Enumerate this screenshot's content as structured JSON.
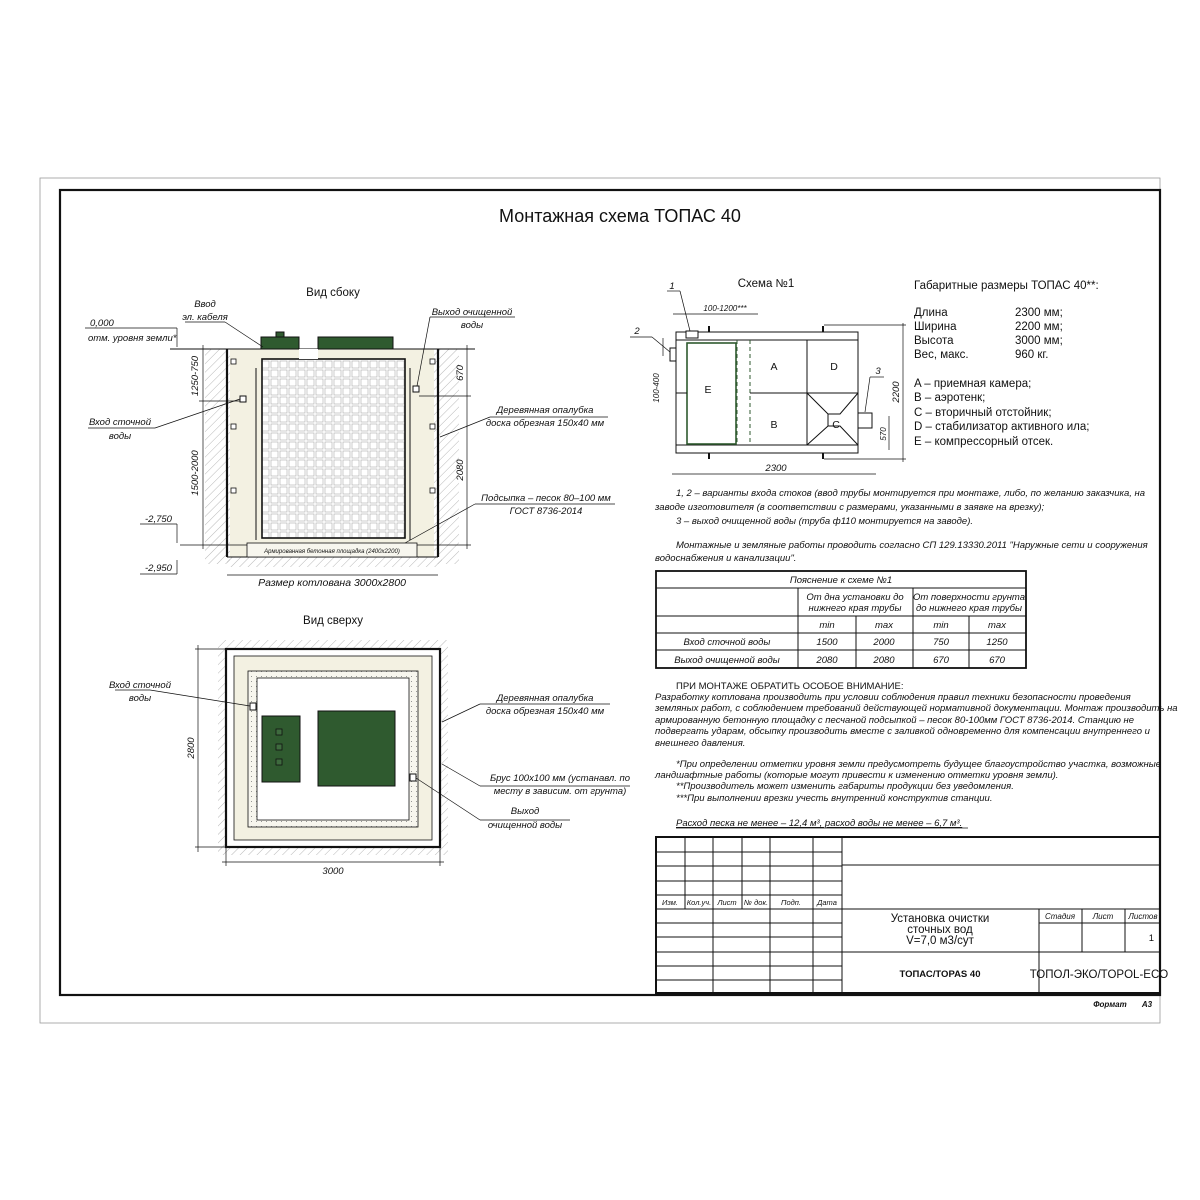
{
  "title": "Монтажная схема ТОПАС 40",
  "side_view": {
    "title": "Вид сбоку",
    "cable_label": [
      "Ввод",
      "эл. кабеля"
    ],
    "outlet_label": [
      "Выход очищенной",
      "воды"
    ],
    "inlet_label": [
      "Вход сточной",
      "воды"
    ],
    "formwork_label": [
      "Деревянная опалубка",
      "доска обрезная 150х40 мм"
    ],
    "sand_label": [
      "Подсыпка – песок 80–100 мм",
      "ГОСТ 8736-2014"
    ],
    "ground_mark": [
      "0,000",
      "отм. уровня земли*"
    ],
    "mark_2750": "-2,750",
    "mark_2950": "-2,950",
    "dim_inlet_depth": "1250-750",
    "dim_inlet_height": "1500-2000",
    "dim_outlet_depth": "670",
    "dim_outlet_height": "2080",
    "pad_label": "Армированная бетонная площадка (2400х2200)",
    "pit_size": "Размер котлована 3000х2800"
  },
  "top_view": {
    "title": "Вид сверху",
    "inlet_label": [
      "Вход сточной",
      "воды"
    ],
    "formwork_label": [
      "Деревянная опалубка",
      "доска обрезная 150х40 мм"
    ],
    "beam_label": [
      "Брус 100х100 мм (устанавл. по",
      "месту в зависим. от грунта)"
    ],
    "outlet_label": [
      "Выход",
      "очищенной воды"
    ],
    "dim_height": "2800",
    "dim_width": "3000"
  },
  "scheme": {
    "title": "Схема №1",
    "callouts": [
      "1",
      "2",
      "3"
    ],
    "dim_top": "100-1200***",
    "dim_left": "100-400",
    "dim_length": "2300",
    "dim_width": "2200",
    "dim_outlet": "570",
    "chambers": [
      "A",
      "B",
      "C",
      "D",
      "E"
    ]
  },
  "dimensions": {
    "title": "Габаритные размеры ТОПАС 40**:",
    "rows": [
      {
        "label": "Длина",
        "value": "2300 мм;"
      },
      {
        "label": "Ширина",
        "value": "2200 мм;"
      },
      {
        "label": "Высота",
        "value": "3000 мм;"
      },
      {
        "label": "Вес, макс.",
        "value": "960 кг."
      }
    ],
    "legend": [
      "A – приемная камера;",
      "B – аэротенк;",
      "C – вторичный отстойник;",
      "D – стабилизатор активного ила;",
      "E – компрессорный отсек."
    ]
  },
  "notes": {
    "inlet_lines": [
      "1, 2 – варианты входа  стоков (ввод трубы монтируется при монтаже, либо, по желанию заказчика, на",
      "заводе изготовителя (в соответствии с размерами, указанными в заявке на врезку);",
      "3 – выход очищенной воды (труба ф110 монтируется на заводе)."
    ],
    "works_lines": [
      "Монтажные и земляные работы проводить согласно СП 129.13330.2011 \"Наружные сети и сооружения",
      "водоснабжения и канализации\"."
    ]
  },
  "table": {
    "title": "Пояснение к схеме №1",
    "group_headers": [
      [
        "От дна установки до",
        "нижнего края трубы"
      ],
      [
        "От поверхности грунта",
        "до нижнего края трубы"
      ]
    ],
    "sub_headers": [
      "min",
      "max",
      "min",
      "max"
    ],
    "rows": [
      {
        "label": "Вход сточной воды",
        "values": [
          "1500",
          "2000",
          "750",
          "1250"
        ]
      },
      {
        "label": "Выход очищенной воды",
        "values": [
          "2080",
          "2080",
          "670",
          "670"
        ]
      }
    ]
  },
  "attention": {
    "heading": "ПРИ МОНТАЖЕ ОБРАТИТЬ ОСОБОЕ ВНИМАНИЕ:",
    "lines": [
      "Разработку котлована производить при условии соблюдения правил техники безопасности проведения",
      "земляных работ, с соблюдением требований действующей нормативной документации.  Монтаж производить на",
      "армированную бетонную площадку с песчаной подсыпкой – песок 80-100мм ГОСТ 8736-2014. Станцию не",
      "подвергать ударам, обсыпку производить вместе с заливкой одновременно для компенсации внутреннего и",
      "внешнего давления."
    ],
    "footnotes": [
      "*При определении отметки уровня земли предусмотреть будущее благоустройство участка, возможные",
      "ландшафтные работы (которые могут привести к изменению отметки уровня земли).",
      "**Производитель может изменить габариты продукции без уведомления.",
      "***При выполнении врезки учесть внутренний конструктив станции."
    ],
    "consumption": "Расход песка не менее – 12,4 м³, расход воды не менее – 6,7 м³."
  },
  "title_block": {
    "columns": [
      "Изм.",
      "Кол.уч.",
      "Лист",
      "№ док.",
      "Подп.",
      "Дата"
    ],
    "name_lines": [
      "Установка очистки",
      "сточных вод",
      "V=7,0 м3/сут"
    ],
    "stage_headers": [
      "Стадия",
      "Лист",
      "Листов"
    ],
    "sheet_value": "1",
    "product": "ТОПАС/TOPAS 40",
    "company": "ТОПОЛ-ЭКО/TOPOL-ECO",
    "format_label": "Формат",
    "format_value": "А3"
  },
  "colors": {
    "tank_green": "#2f5a2f",
    "sand": "#f3f1e2"
  }
}
